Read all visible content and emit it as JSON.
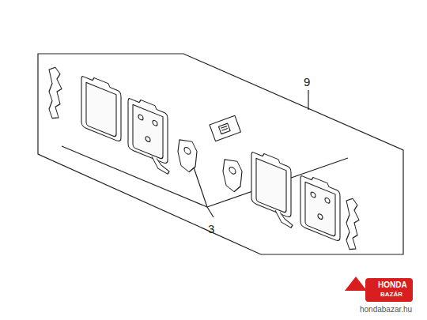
{
  "diagram": {
    "labels": [
      "9",
      "3",
      "HONDA",
      "BAZÁR",
      "hondabazar.hu"
    ]
  }
}
